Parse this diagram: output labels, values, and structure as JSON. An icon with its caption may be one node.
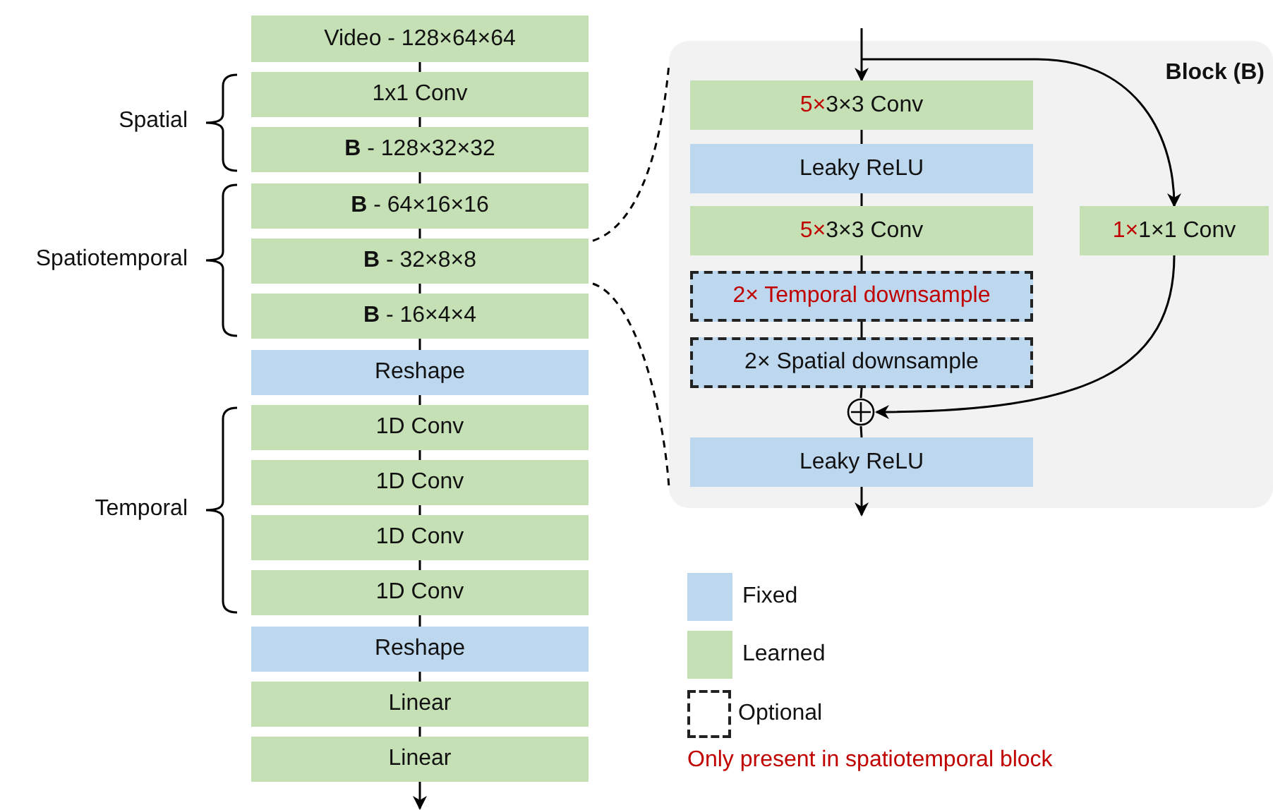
{
  "diagram": {
    "nodes": [
      {
        "text": [
          "Video - 128×64×64"
        ]
      },
      {
        "text": [
          "1x1 Conv"
        ]
      },
      {
        "text": [
          "**B** - 128×32×32"
        ]
      },
      {
        "text": [
          "**B** - 64×16×16"
        ]
      },
      {
        "text": [
          "**B** - 32×8×8"
        ]
      },
      {
        "text": [
          "**B** - 16×4×4"
        ]
      },
      {
        "text": [
          "Reshape"
        ]
      },
      {
        "text": [
          "1D Conv"
        ]
      },
      {
        "text": [
          "1D Conv"
        ]
      },
      {
        "text": [
          "1D Conv"
        ]
      },
      {
        "text": [
          "1D Conv"
        ]
      },
      {
        "text": [
          "Reshape"
        ]
      },
      {
        "text": [
          "Linear"
        ]
      },
      {
        "text": [
          "Linear"
        ]
      },
      {
        "text": [
          "Block (B)"
        ]
      },
      {
        "text": [
          "5×3×3 Conv"
        ],
        "in": 14
      },
      {
        "text": [
          "Leaky ReLU"
        ],
        "in": 14
      },
      {
        "text": [
          "5×3×3 Conv"
        ],
        "in": 14
      },
      {
        "text": [
          "2× Temporal downsample"
        ],
        "in": 14
      },
      {
        "text": [
          "2× Spatial downsample"
        ],
        "in": 14
      },
      {
        "text": [],
        "shape": "circle",
        "in": 14
      },
      {
        "text": [
          "Leaky ReLU"
        ],
        "in": 14
      },
      {
        "text": [
          "1×1×1 Conv"
        ],
        "in": 14
      }
    ],
    "edges": [
      {
        "from": 0,
        "to": 1,
        "arrow": "none"
      },
      {
        "from": 1,
        "to": 2,
        "arrow": "none"
      },
      {
        "from": 2,
        "to": 3,
        "arrow": "none"
      },
      {
        "from": 3,
        "to": 4,
        "arrow": "none"
      },
      {
        "from": 4,
        "to": 5,
        "arrow": "none"
      },
      {
        "from": 5,
        "to": 6,
        "arrow": "none"
      },
      {
        "from": 6,
        "to": 7,
        "arrow": "none"
      },
      {
        "from": 7,
        "to": 8,
        "arrow": "none"
      },
      {
        "from": 8,
        "to": 9,
        "arrow": "none"
      },
      {
        "from": 9,
        "to": 10,
        "arrow": "none"
      },
      {
        "from": 10,
        "to": 11,
        "arrow": "none"
      },
      {
        "from": 11,
        "to": 12,
        "arrow": "none"
      },
      {
        "from": 12,
        "to": 13,
        "arrow": "none"
      },
      {
        "from": 13,
        "to": null,
        "arrow": "to"
      },
      {
        "from": 4,
        "to": 14,
        "arrow": "none",
        "style": "dashed"
      },
      {
        "from": 4,
        "to": 14,
        "arrow": "none",
        "style": "dashed"
      },
      {
        "from": null,
        "to": 15,
        "arrow": "to"
      },
      {
        "from": null,
        "to": 22,
        "arrow": "to"
      },
      {
        "from": 15,
        "to": 16,
        "arrow": "none"
      },
      {
        "from": 16,
        "to": 17,
        "arrow": "none"
      },
      {
        "from": 17,
        "to": 18,
        "arrow": "none"
      },
      {
        "from": 18,
        "to": 19,
        "arrow": "none"
      },
      {
        "from": 19,
        "to": 20,
        "arrow": "none"
      },
      {
        "from": 22,
        "to": 20,
        "arrow": "to"
      },
      {
        "from": 20,
        "to": 21,
        "arrow": "none"
      },
      {
        "from": 21,
        "to": null,
        "arrow": "to"
      }
    ],
    "labels": [
      "Spatial",
      "Spatiotemporal",
      "Temporal",
      "Only present in spatiotemporal block"
    ],
    "legend": [
      {
        "text": "Fixed",
        "color": "#bdd7ee"
      },
      {
        "text": "Learned",
        "color": "#c5e0b4"
      },
      {
        "text": "Optional"
      }
    ]
  }
}
